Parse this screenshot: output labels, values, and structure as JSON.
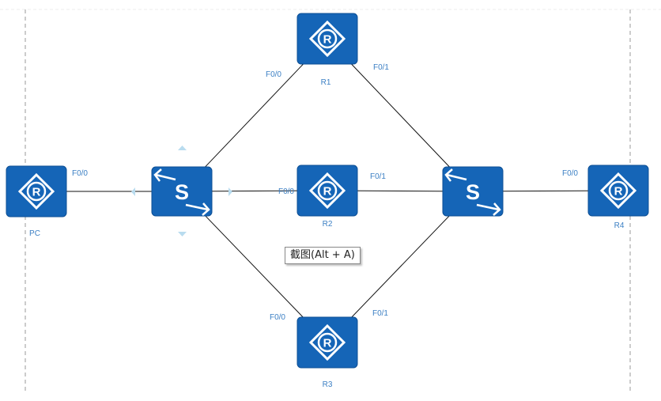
{
  "colors": {
    "device_fill": "#1565b7",
    "device_stroke": "#0d4f94",
    "label_color": "#3b7fc4",
    "link_color": "#111111",
    "boundary_color": "#9a9a9a",
    "handle_color": "#b9dcef"
  },
  "devices": [
    {
      "id": "pc",
      "label": "PC",
      "icon": "router-icon"
    },
    {
      "id": "sw1",
      "label": "",
      "icon": "switch-icon"
    },
    {
      "id": "r1",
      "label": "R1",
      "icon": "router-icon"
    },
    {
      "id": "r2",
      "label": "R2",
      "icon": "router-icon"
    },
    {
      "id": "r3",
      "label": "R3",
      "icon": "router-icon"
    },
    {
      "id": "sw2",
      "label": "",
      "icon": "switch-icon"
    },
    {
      "id": "r4",
      "label": "R4",
      "icon": "router-icon"
    }
  ],
  "links": [
    {
      "from": "pc",
      "to": "sw1"
    },
    {
      "from": "sw1",
      "to": "r1"
    },
    {
      "from": "sw1",
      "to": "r2"
    },
    {
      "from": "sw1",
      "to": "r3"
    },
    {
      "from": "r1",
      "to": "sw2"
    },
    {
      "from": "r2",
      "to": "sw2"
    },
    {
      "from": "r3",
      "to": "sw2"
    },
    {
      "from": "sw2",
      "to": "r4"
    }
  ],
  "port_labels": [
    {
      "id": "pc-f00",
      "text": "F0/0"
    },
    {
      "id": "r1-f00",
      "text": "F0/0"
    },
    {
      "id": "r1-f01",
      "text": "F0/1"
    },
    {
      "id": "r2-f00",
      "text": "F0/0"
    },
    {
      "id": "r2-f01",
      "text": "F0/1"
    },
    {
      "id": "r3-f00",
      "text": "F0/0"
    },
    {
      "id": "r3-f01",
      "text": "F0/1"
    },
    {
      "id": "r4-f00",
      "text": "F0/0"
    }
  ],
  "tooltip": {
    "text": "截图(Alt + A)"
  }
}
